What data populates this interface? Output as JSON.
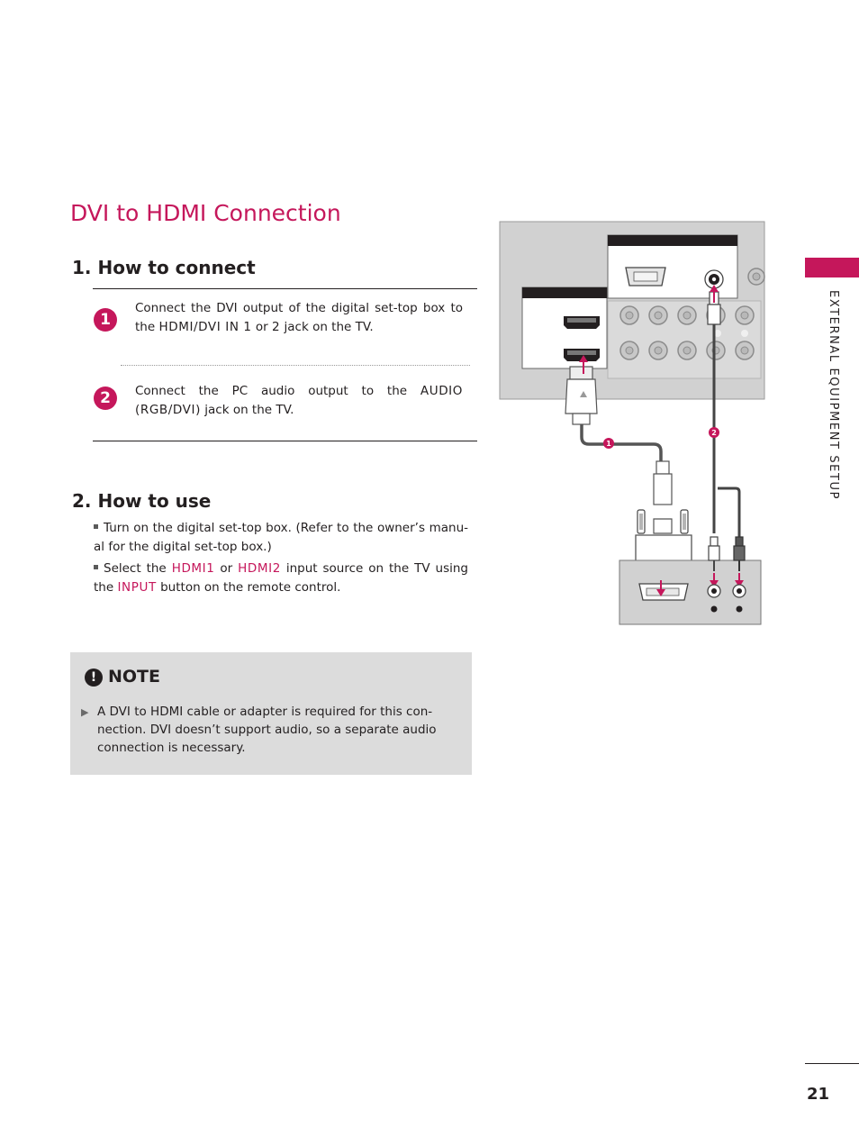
{
  "page": {
    "title": "DVI to HDMI Connection",
    "side_label": "EXTERNAL EQUIPMENT SETUP",
    "page_number": "21"
  },
  "how_to_connect": {
    "heading": "1. How to connect",
    "steps": [
      {
        "number": "1",
        "text_parts": [
          "Connect the DVI output of the digital set-top box to the ",
          "HDMI/DVI IN 1",
          " or ",
          "2",
          " jack on the TV."
        ]
      },
      {
        "number": "2",
        "text_parts": [
          "Connect the PC audio output to the ",
          "AUDIO (RGB/DVI)",
          " jack on the TV."
        ]
      }
    ]
  },
  "how_to_use": {
    "heading": "2. How to use",
    "bullets": [
      {
        "text": "Turn on the digital set-top box. (Refer to the owner’s manu- al for the digital set-top box.)"
      },
      {
        "parts": [
          "Select the ",
          "HDMI1",
          " or ",
          "HDMI2",
          " input source on the TV using the ",
          "INPUT",
          " button on the remote control."
        ]
      }
    ]
  },
  "note": {
    "label": "NOTE",
    "icon": "!",
    "text": "A DVI to HDMI cable or adapter is required for this con- nection. DVI doesn’t support audio, so a separate audio connection is necessary."
  },
  "diagram": {
    "callouts": [
      "1",
      "2"
    ]
  },
  "colors": {
    "accent": "#c5175b",
    "text": "#231f20",
    "panel_gray": "#d1d1d1",
    "note_bg": "#dcdcdc"
  }
}
